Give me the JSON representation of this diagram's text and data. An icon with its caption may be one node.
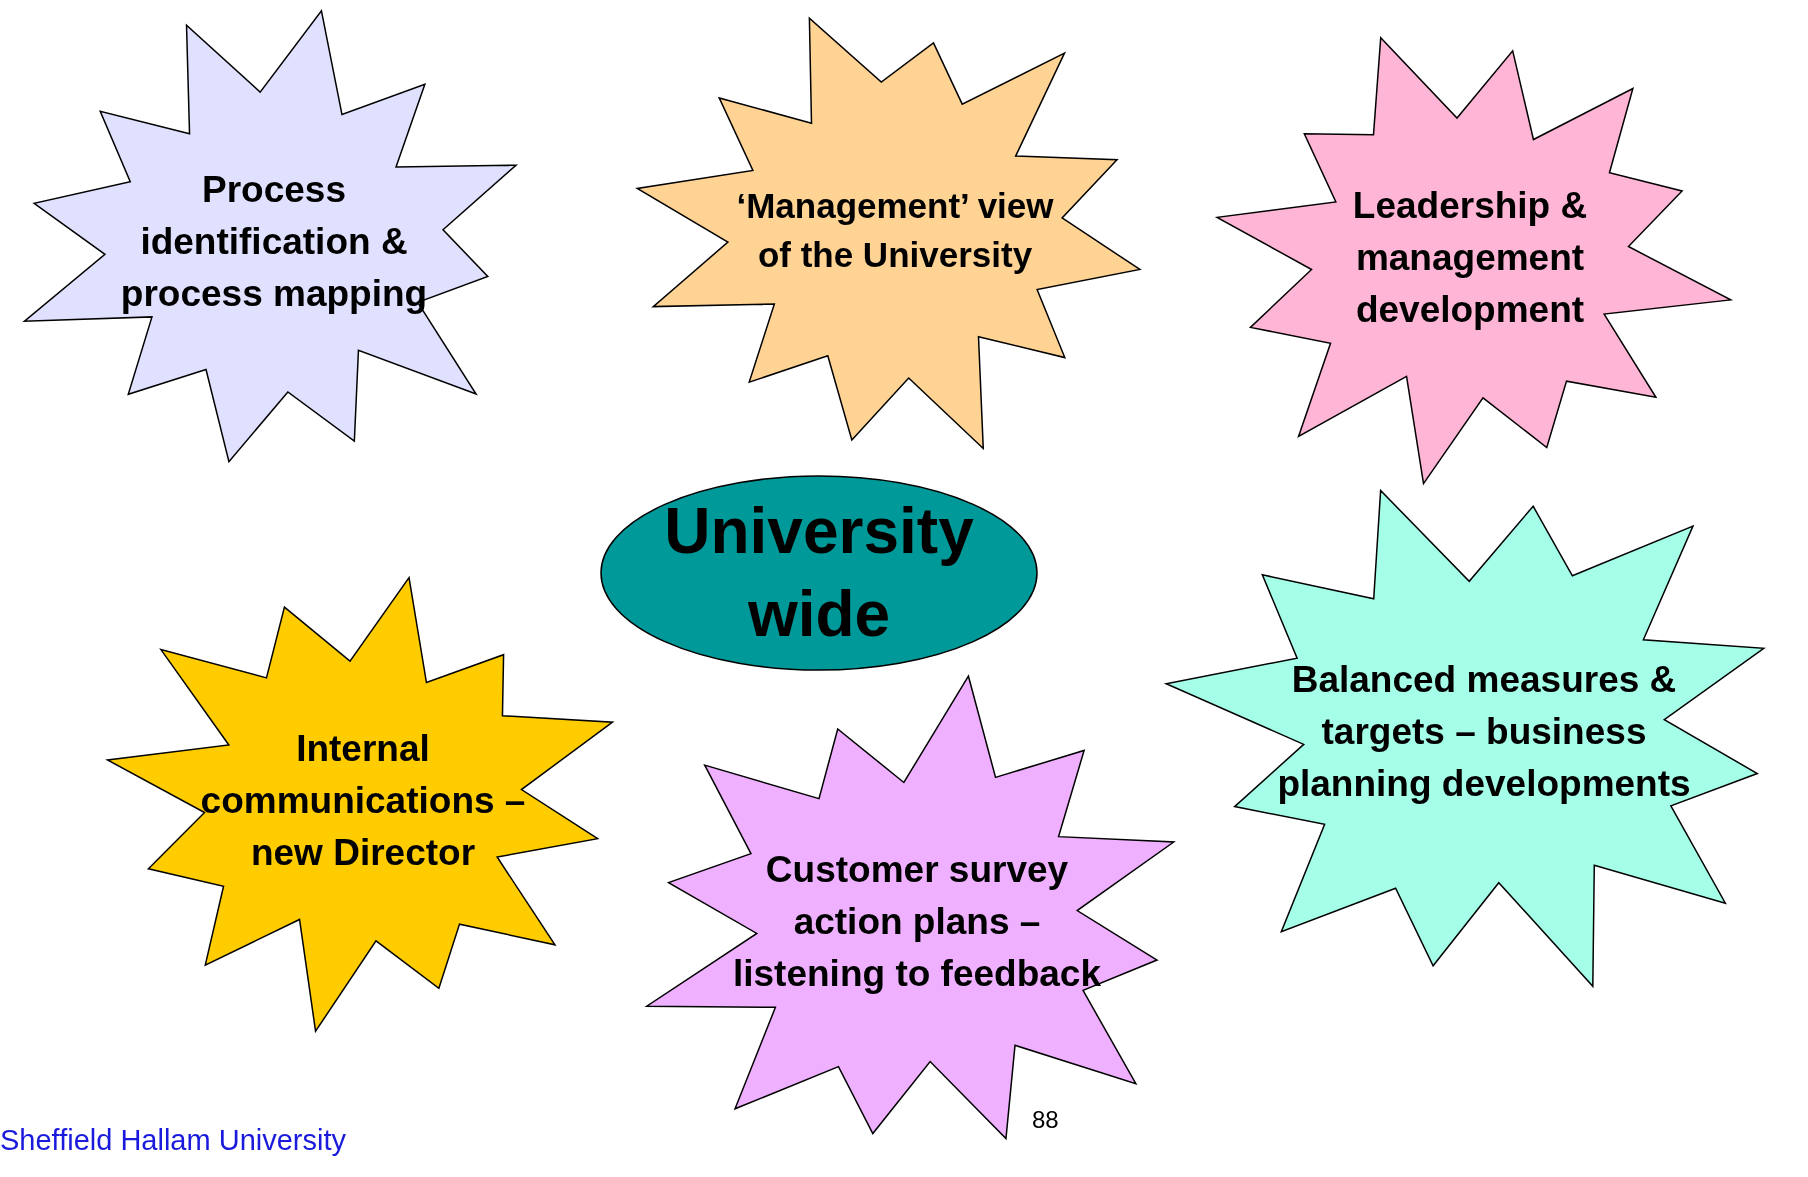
{
  "diagram": {
    "nodes": [
      {
        "text": [
          "Process identification & process mapping"
        ]
      },
      {
        "text": [
          "‘Management’ view of the University"
        ]
      },
      {
        "text": [
          "Leadership & management development"
        ]
      },
      {
        "text": [
          "University wide"
        ]
      },
      {
        "text": [
          "Balanced measures & targets – business planning developments"
        ]
      },
      {
        "text": [
          "Internal communications – new Director"
        ]
      },
      {
        "text": [
          "Customer survey action plans – listening to feedback"
        ]
      }
    ],
    "labels": [
      "88",
      "Sheffield Hallam University"
    ]
  }
}
